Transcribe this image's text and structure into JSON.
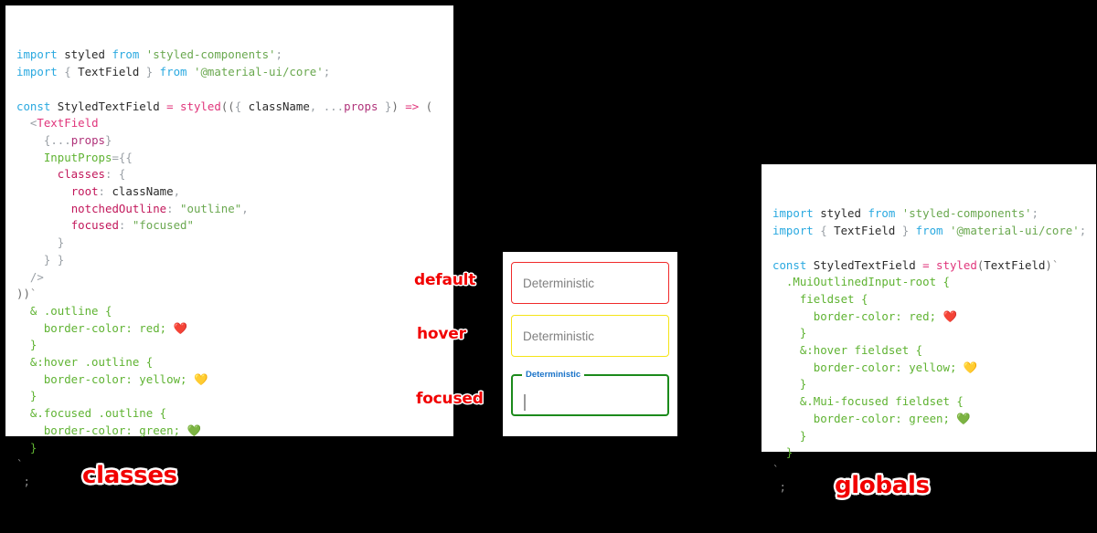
{
  "background_color": "#000000",
  "accent_color": "#f10000",
  "panels": {
    "classes": {
      "caption": "classes",
      "code_lines": [
        [
          {
            "t": "import ",
            "c": "kw"
          },
          {
            "t": "styled ",
            "c": "plain"
          },
          {
            "t": "from ",
            "c": "kw"
          },
          {
            "t": "'styled-components'",
            "c": "str"
          },
          {
            "t": ";",
            "c": "punct"
          }
        ],
        [
          {
            "t": "import ",
            "c": "kw"
          },
          {
            "t": "{ ",
            "c": "punct"
          },
          {
            "t": "TextField",
            "c": "plain"
          },
          {
            "t": " } ",
            "c": "punct"
          },
          {
            "t": "from ",
            "c": "kw"
          },
          {
            "t": "'@material-ui/core'",
            "c": "str"
          },
          {
            "t": ";",
            "c": "punct"
          }
        ],
        [],
        [
          {
            "t": "const ",
            "c": "kw"
          },
          {
            "t": "StyledTextField ",
            "c": "plain"
          },
          {
            "t": "= ",
            "c": "op"
          },
          {
            "t": "styled",
            "c": "fn"
          },
          {
            "t": "((",
            "c": "paren"
          },
          {
            "t": "{ ",
            "c": "punct"
          },
          {
            "t": "className",
            "c": "plain"
          },
          {
            "t": ", ",
            "c": "punct"
          },
          {
            "t": "...",
            "c": "punct"
          },
          {
            "t": "props",
            "c": "prop"
          },
          {
            "t": " }",
            "c": "punct"
          },
          {
            "t": ") ",
            "c": "paren"
          },
          {
            "t": "=> ",
            "c": "op"
          },
          {
            "t": "(",
            "c": "paren"
          }
        ],
        [
          {
            "t": "  <",
            "c": "punct"
          },
          {
            "t": "TextField",
            "c": "tag"
          }
        ],
        [
          {
            "t": "    {",
            "c": "punct"
          },
          {
            "t": "...",
            "c": "punct"
          },
          {
            "t": "props",
            "c": "prop"
          },
          {
            "t": "}",
            "c": "punct"
          }
        ],
        [
          {
            "t": "    ",
            "c": "plain"
          },
          {
            "t": "InputProps",
            "c": "green"
          },
          {
            "t": "={{",
            "c": "punct"
          }
        ],
        [
          {
            "t": "      ",
            "c": "plain"
          },
          {
            "t": "classes",
            "c": "key"
          },
          {
            "t": ": {",
            "c": "punct"
          }
        ],
        [
          {
            "t": "        ",
            "c": "plain"
          },
          {
            "t": "root",
            "c": "key"
          },
          {
            "t": ": ",
            "c": "punct"
          },
          {
            "t": "className",
            "c": "plain"
          },
          {
            "t": ",",
            "c": "punct"
          }
        ],
        [
          {
            "t": "        ",
            "c": "plain"
          },
          {
            "t": "notchedOutline",
            "c": "key"
          },
          {
            "t": ": ",
            "c": "punct"
          },
          {
            "t": "\"outline\"",
            "c": "str"
          },
          {
            "t": ",",
            "c": "punct"
          }
        ],
        [
          {
            "t": "        ",
            "c": "plain"
          },
          {
            "t": "focused",
            "c": "key"
          },
          {
            "t": ": ",
            "c": "punct"
          },
          {
            "t": "\"focused\"",
            "c": "str"
          }
        ],
        [
          {
            "t": "      }",
            "c": "punct"
          }
        ],
        [
          {
            "t": "    } }",
            "c": "punct"
          }
        ],
        [
          {
            "t": "  />",
            "c": "punct"
          }
        ],
        [
          {
            "t": "))",
            "c": "paren"
          },
          {
            "t": "`",
            "c": "bq"
          }
        ],
        [
          {
            "t": "  & .outline {",
            "c": "green"
          }
        ],
        [
          {
            "t": "    border-color: red; ",
            "c": "green"
          },
          {
            "t": "❤️",
            "c": "emoji"
          }
        ],
        [
          {
            "t": "  }",
            "c": "green"
          }
        ],
        [
          {
            "t": "  &:hover .outline {",
            "c": "green"
          }
        ],
        [
          {
            "t": "    border-color: yellow; ",
            "c": "green"
          },
          {
            "t": "💛",
            "c": "emoji"
          }
        ],
        [
          {
            "t": "  }",
            "c": "green"
          }
        ],
        [
          {
            "t": "  &.focused .outline {",
            "c": "green"
          }
        ],
        [
          {
            "t": "    border-color: green; ",
            "c": "green"
          },
          {
            "t": "💚",
            "c": "emoji"
          }
        ],
        [
          {
            "t": "  }",
            "c": "green"
          }
        ],
        [
          {
            "t": "`",
            "c": "bq"
          }
        ],
        [
          {
            "t": " ;",
            "c": "bq"
          }
        ]
      ]
    },
    "globals": {
      "caption": "globals",
      "code_lines": [
        [
          {
            "t": "import ",
            "c": "kw"
          },
          {
            "t": "styled ",
            "c": "plain"
          },
          {
            "t": "from ",
            "c": "kw"
          },
          {
            "t": "'styled-components'",
            "c": "str"
          },
          {
            "t": ";",
            "c": "punct"
          }
        ],
        [
          {
            "t": "import ",
            "c": "kw"
          },
          {
            "t": "{ ",
            "c": "punct"
          },
          {
            "t": "TextField",
            "c": "plain"
          },
          {
            "t": " } ",
            "c": "punct"
          },
          {
            "t": "from ",
            "c": "kw"
          },
          {
            "t": "'@material-ui/core'",
            "c": "str"
          },
          {
            "t": ";",
            "c": "punct"
          }
        ],
        [],
        [
          {
            "t": "const ",
            "c": "kw"
          },
          {
            "t": "StyledTextField ",
            "c": "plain"
          },
          {
            "t": "= ",
            "c": "op"
          },
          {
            "t": "styled",
            "c": "fn"
          },
          {
            "t": "(",
            "c": "paren"
          },
          {
            "t": "TextField",
            "c": "plain"
          },
          {
            "t": ")",
            "c": "paren"
          },
          {
            "t": "`",
            "c": "bq"
          }
        ],
        [
          {
            "t": "  .MuiOutlinedInput-root {",
            "c": "green"
          }
        ],
        [
          {
            "t": "    fieldset {",
            "c": "green"
          }
        ],
        [
          {
            "t": "      border-color: red; ",
            "c": "green"
          },
          {
            "t": "❤️",
            "c": "emoji"
          }
        ],
        [
          {
            "t": "    }",
            "c": "green"
          }
        ],
        [
          {
            "t": "    &:hover fieldset {",
            "c": "green"
          }
        ],
        [
          {
            "t": "      border-color: yellow; ",
            "c": "green"
          },
          {
            "t": "💛",
            "c": "emoji"
          }
        ],
        [
          {
            "t": "    }",
            "c": "green"
          }
        ],
        [
          {
            "t": "    &.Mui-focused fieldset {",
            "c": "green"
          }
        ],
        [
          {
            "t": "      border-color: green; ",
            "c": "green"
          },
          {
            "t": "💚",
            "c": "emoji"
          }
        ],
        [
          {
            "t": "    }",
            "c": "green"
          }
        ],
        [
          {
            "t": "  }",
            "c": "green"
          }
        ],
        [
          {
            "t": "`",
            "c": "bq"
          }
        ],
        [
          {
            "t": " ;",
            "c": "bq"
          }
        ]
      ]
    }
  },
  "demo": {
    "fields": [
      {
        "state": "default",
        "value": "Deterministic",
        "border_color": "#f02a2a",
        "annotation": "default"
      },
      {
        "state": "hover",
        "value": "Deterministic",
        "border_color": "#f5e416",
        "annotation": "hover"
      },
      {
        "state": "focused",
        "label": "Deterministic",
        "value": "",
        "border_color": "#1b8a1b",
        "label_color": "#1a73c8",
        "annotation": "focused"
      }
    ]
  }
}
